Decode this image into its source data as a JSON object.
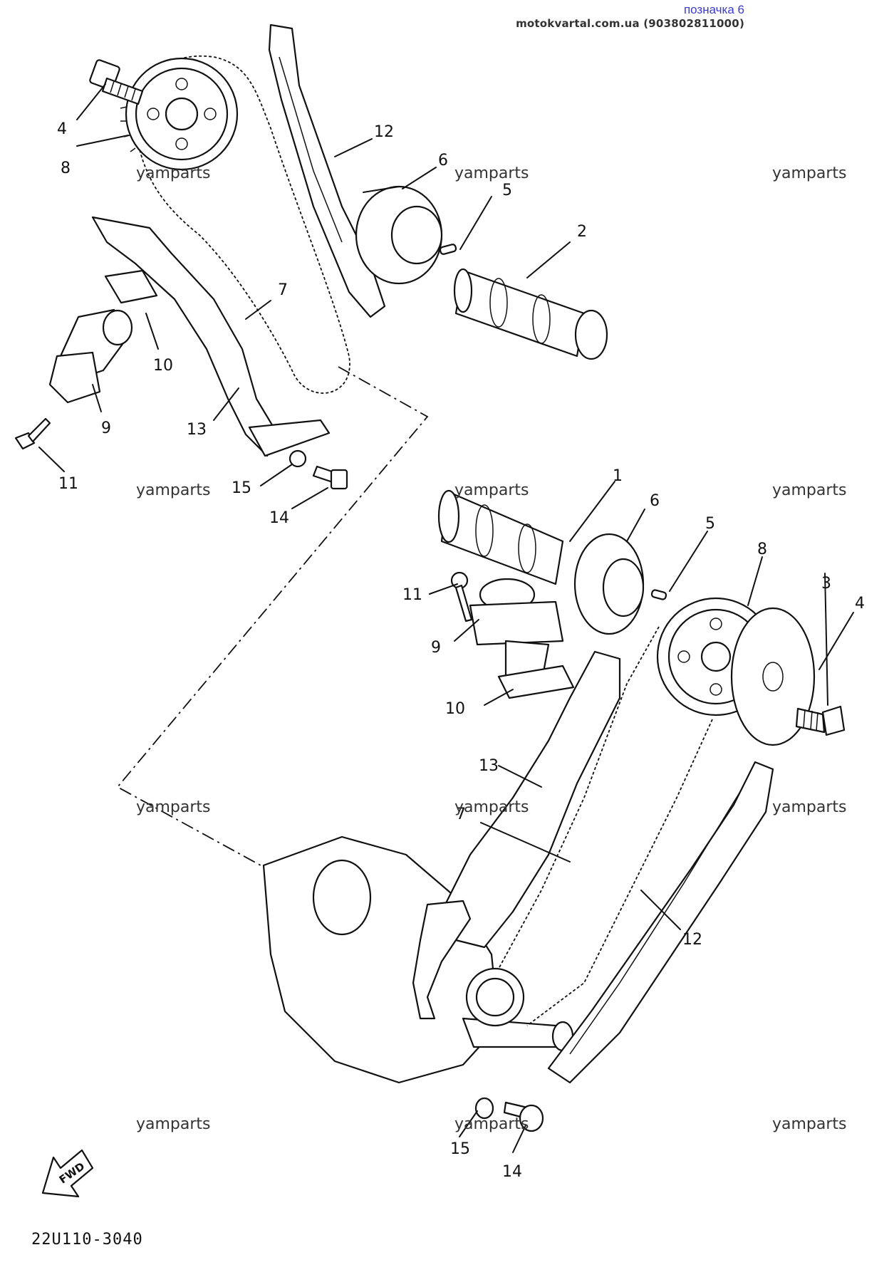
{
  "header": {
    "tag": "позначка 6",
    "site": "motokvartal.com.ua (903802811000)"
  },
  "watermark": "yamparts",
  "diagram_code": "22U110-3040",
  "fwd_label": "FWD",
  "callouts": {
    "c1": "1",
    "c2": "2",
    "c3": "3",
    "c4a": "4",
    "c4b": "4",
    "c5a": "5",
    "c5b": "5",
    "c6a": "6",
    "c6b": "6",
    "c7a": "7",
    "c7b": "7",
    "c8a": "8",
    "c8b": "8",
    "c9a": "9",
    "c9b": "9",
    "c10a": "10",
    "c10b": "10",
    "c11a": "11",
    "c11b": "11",
    "c12a": "12",
    "c12b": "12",
    "c13a": "13",
    "c13b": "13",
    "c14a": "14",
    "c14b": "14",
    "c15a": "15",
    "c15b": "15"
  }
}
